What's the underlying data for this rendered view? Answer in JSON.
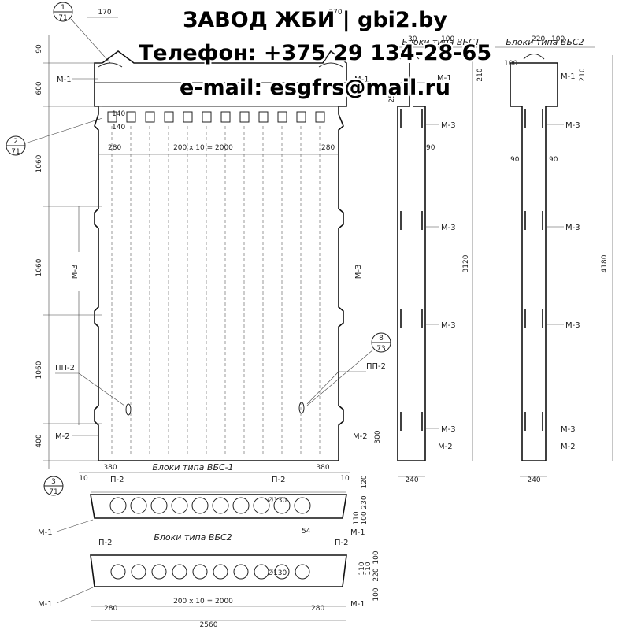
{
  "header": {
    "company": "ЗАВОД ЖБИ | gbi2.by",
    "phone": "Телефон: +375 29 134-28-65",
    "email": "e-mail: esgfrs@mail.ru"
  },
  "drawing": {
    "section_marks": [
      {
        "num": "1",
        "sheet": "71"
      },
      {
        "num": "2",
        "sheet": "71"
      },
      {
        "num": "3",
        "sheet": "71"
      },
      {
        "num": "8",
        "sheet": "73"
      }
    ],
    "elevation": {
      "dims_left": [
        "90",
        "600",
        "1060",
        "1060",
        "1060",
        "400"
      ],
      "dims_top": [
        "170",
        "170"
      ],
      "dims_inner": [
        "280",
        "200 x 10 = 2000",
        "280",
        "140",
        "140"
      ],
      "dims_bottom": [
        "380",
        "380",
        "10",
        "10"
      ],
      "labels": {
        "m1_left": "М-1",
        "m1_right": "М-1",
        "m3_left": "М-3",
        "m3_right": "М-3",
        "pp2_left": "ПП-2",
        "pp2_right": "ПП-2",
        "m2_left": "М-2",
        "m2_right": "М-2",
        "dim_300": "300"
      }
    },
    "side_vbs1": {
      "title": "Блоки типа ВБС1",
      "dims_top": [
        "30",
        "100",
        "210"
      ],
      "dims": [
        "250",
        "90",
        "3120",
        "240"
      ],
      "labels": [
        "М-1",
        "М-3",
        "М-3",
        "М-3",
        "М-3",
        "М-2"
      ]
    },
    "side_vbs2": {
      "title": "Блоки типа ВБС2",
      "dims_top": [
        "100",
        "220",
        "100",
        "210"
      ],
      "dims": [
        "90",
        "90",
        "4180",
        "240"
      ],
      "labels": [
        "М-1",
        "М-3",
        "М-3",
        "М-3",
        "М-3",
        "М-2"
      ]
    },
    "plan_vbs1": {
      "title": "Блоки типа ВБС-1",
      "dims": [
        "120",
        "230",
        "110",
        "100",
        "54"
      ],
      "labels": [
        "П-2",
        "П-2",
        "М-1",
        "М-1"
      ],
      "circle_mark": "Ø130",
      "voids": 10
    },
    "plan_vbs2": {
      "title": "Блоки типа ВБС2",
      "dims": [
        "100",
        "110",
        "110",
        "220",
        "100",
        "280",
        "200 x 10 = 2000",
        "280",
        "2560"
      ],
      "labels": [
        "П-2",
        "П-2",
        "М-1",
        "М-1"
      ],
      "circle_mark": "Ø130",
      "voids": 10
    }
  }
}
